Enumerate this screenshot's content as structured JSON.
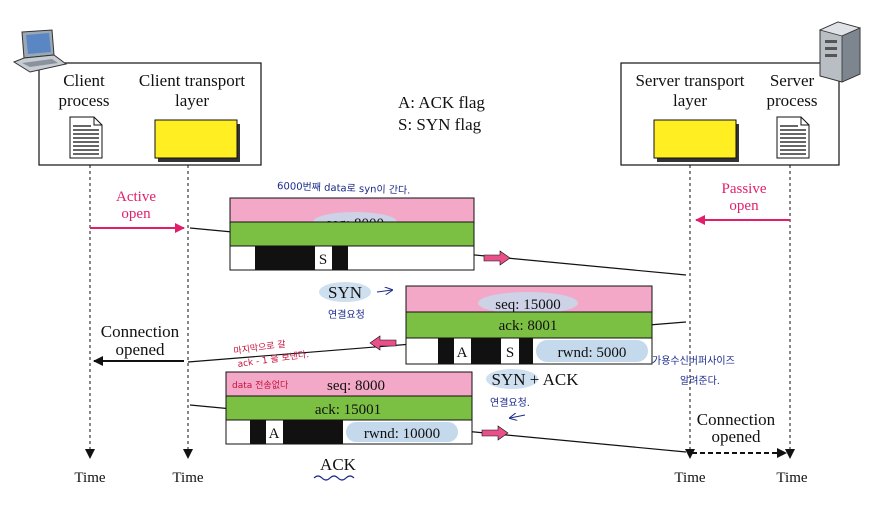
{
  "client_box": {
    "process_label_1": "Client",
    "process_label_2": "process",
    "transport_label_1": "Client transport",
    "transport_label_2": "layer"
  },
  "server_box": {
    "transport_label_1": "Server transport",
    "transport_label_2": "layer",
    "process_label_1": "Server",
    "process_label_2": "process"
  },
  "legend": {
    "ack": "A: ACK flag",
    "syn": "S: SYN flag"
  },
  "events": {
    "active_open_1": "Active",
    "active_open_2": "open",
    "passive_open_1": "Passive",
    "passive_open_2": "open",
    "client_conn_1": "Connection",
    "client_conn_2": "opened",
    "server_conn_1": "Connection",
    "server_conn_2": "opened"
  },
  "segments": {
    "syn": {
      "seq": "seq: 8000",
      "flag_s": "S",
      "name": "SYN"
    },
    "synack": {
      "seq": "seq: 15000",
      "ack": "ack: 8001",
      "flag_a": "A",
      "flag_s": "S",
      "rwnd": "rwnd: 5000",
      "name": "SYN + ACK"
    },
    "ack": {
      "seq": "seq: 8000",
      "ack": "ack: 15001",
      "flag_a": "A",
      "rwnd": "rwnd: 10000",
      "name": "ACK"
    }
  },
  "time_labels": [
    "Time",
    "Time",
    "Time",
    "Time"
  ],
  "annotations": {
    "note_syn_top": "6000번째 data로 syn이 간다.",
    "note_syn_request": "연결요청",
    "note_final_1": "마지막으로 갈",
    "note_final_2": "ack - 1 을 보낸다.",
    "note_data_none": "data 전송없다",
    "note_rwnd_1": "가용수신버퍼사이즈",
    "note_rwnd_2": "알려준다.",
    "note_synack_request": "연결요청."
  },
  "colors": {
    "pink_accent": "#e01f6c",
    "segment_pink": "#f3a8c8",
    "segment_green": "#7bc043",
    "buffer_yellow": "#ffee22",
    "highlight_blue": "#c5d9ec"
  },
  "icons": {
    "client": "laptop-icon",
    "server": "server-tower-icon",
    "process_doc": "document-icon",
    "transport_buffer": "buffer-icon"
  }
}
